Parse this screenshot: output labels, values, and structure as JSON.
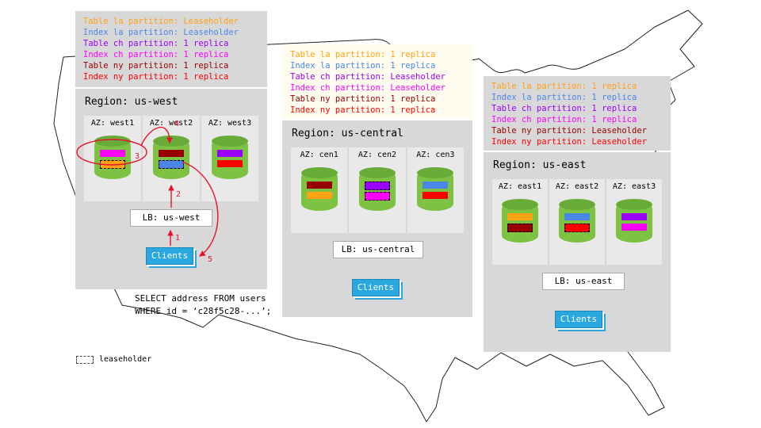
{
  "colors": {
    "orange": "#FFA215",
    "blue": "#4A86E8",
    "purple": "#9900FF",
    "magenta": "#FF00FF",
    "dark_red": "#990000",
    "red": "#FF0000",
    "arrow_red": "#E8112D",
    "clients_bg": "#2BA7E0",
    "cylinder_body": "#7DC242",
    "cylinder_top": "#68AB39",
    "region_bg": "#D8D8D8"
  },
  "legend_west": {
    "items": [
      {
        "label": "Table la partition: Leaseholder",
        "color": "orange"
      },
      {
        "label": "Index la partition: Leaseholder",
        "color": "blue"
      },
      {
        "label": "Table ch partition: 1 replica",
        "color": "purple"
      },
      {
        "label": "Index ch partition: 1 replica",
        "color": "magenta"
      },
      {
        "label": "Table ny partition: 1 replica",
        "color": "dark_red"
      },
      {
        "label": "Index ny partition: 1 replica",
        "color": "red"
      }
    ]
  },
  "legend_central": {
    "items": [
      {
        "label": "Table la partition: 1 replica",
        "color": "orange"
      },
      {
        "label": "Index la partition: 1 replica",
        "color": "blue"
      },
      {
        "label": "Table ch partition: Leaseholder",
        "color": "purple"
      },
      {
        "label": "Index ch partition: Leaseholder",
        "color": "magenta"
      },
      {
        "label": "Table ny partition: 1 replica",
        "color": "dark_red"
      },
      {
        "label": "Index ny partition: 1 replica",
        "color": "red"
      }
    ]
  },
  "legend_east": {
    "items": [
      {
        "label": "Table la partition: 1 replica",
        "color": "orange"
      },
      {
        "label": "Index la partition: 1 replica",
        "color": "blue"
      },
      {
        "label": "Table ch partition: 1 replica",
        "color": "purple"
      },
      {
        "label": "Index ch partition: 1 replica",
        "color": "magenta"
      },
      {
        "label": "Table ny partition: Leaseholder",
        "color": "dark_red"
      },
      {
        "label": "Index ny partition: Leaseholder",
        "color": "red"
      }
    ]
  },
  "region_west": {
    "title": "Region: us-west",
    "azs": [
      {
        "label": "AZ: west1",
        "bars": [
          {
            "color": "magenta",
            "leaseholder": false
          },
          {
            "color": "orange",
            "leaseholder": true
          }
        ]
      },
      {
        "label": "AZ: west2",
        "bars": [
          {
            "color": "dark_red",
            "leaseholder": false
          },
          {
            "color": "blue",
            "leaseholder": true
          }
        ]
      },
      {
        "label": "AZ: west3",
        "bars": [
          {
            "color": "purple",
            "leaseholder": false
          },
          {
            "color": "red",
            "leaseholder": false
          }
        ]
      }
    ],
    "lb": "LB: us-west",
    "clients": "Clients"
  },
  "region_central": {
    "title": "Region: us-central",
    "azs": [
      {
        "label": "AZ: cen1",
        "bars": [
          {
            "color": "dark_red",
            "leaseholder": false
          },
          {
            "color": "orange",
            "leaseholder": false
          }
        ]
      },
      {
        "label": "AZ: cen2",
        "bars": [
          {
            "color": "purple",
            "leaseholder": true
          },
          {
            "color": "magenta",
            "leaseholder": true
          }
        ]
      },
      {
        "label": "AZ: cen3",
        "bars": [
          {
            "color": "blue",
            "leaseholder": false
          },
          {
            "color": "red",
            "leaseholder": false
          }
        ]
      }
    ],
    "lb": "LB: us-central",
    "clients": "Clients"
  },
  "region_east": {
    "title": "Region: us-east",
    "azs": [
      {
        "label": "AZ: east1",
        "bars": [
          {
            "color": "orange",
            "leaseholder": false
          },
          {
            "color": "dark_red",
            "leaseholder": true
          }
        ]
      },
      {
        "label": "AZ: east2",
        "bars": [
          {
            "color": "blue",
            "leaseholder": false
          },
          {
            "color": "red",
            "leaseholder": true
          }
        ]
      },
      {
        "label": "AZ: east3",
        "bars": [
          {
            "color": "purple",
            "leaseholder": false
          },
          {
            "color": "magenta",
            "leaseholder": false
          }
        ]
      }
    ],
    "lb": "LB: us-east",
    "clients": "Clients"
  },
  "query": {
    "line1": "SELECT address FROM users",
    "line2": "WHERE id = ‘c28f5c28-...’;"
  },
  "map_key": {
    "label": "leaseholder"
  },
  "steps": [
    "1",
    "2",
    "3",
    "4",
    "5"
  ]
}
